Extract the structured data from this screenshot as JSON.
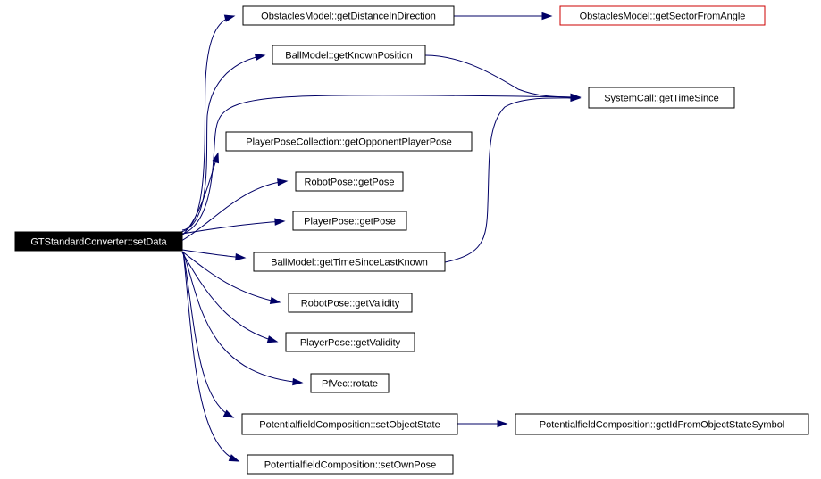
{
  "graph": {
    "colors": {
      "edge": "#000066",
      "root_fill": "#000000",
      "root_text": "#ffffff",
      "node_fill": "#ffffff",
      "node_border": "#000000",
      "missing_border": "#cc0000"
    },
    "root": "GTStandardConverter::setData",
    "nodes": [
      {
        "id": "root",
        "label": "GTStandardConverter::setData",
        "style": "root"
      },
      {
        "id": "obs_dist",
        "label": "ObstaclesModel::getDistanceInDirection",
        "style": "normal"
      },
      {
        "id": "obs_sector",
        "label": "ObstaclesModel::getSectorFromAngle",
        "style": "missing"
      },
      {
        "id": "ball_known",
        "label": "BallModel::getKnownPosition",
        "style": "normal"
      },
      {
        "id": "sys_time",
        "label": "SystemCall::getTimeSince",
        "style": "normal"
      },
      {
        "id": "ppc_opp",
        "label": "PlayerPoseCollection::getOpponentPlayerPose",
        "style": "normal"
      },
      {
        "id": "robot_pose",
        "label": "RobotPose::getPose",
        "style": "normal"
      },
      {
        "id": "player_pose",
        "label": "PlayerPose::getPose",
        "style": "normal"
      },
      {
        "id": "ball_last",
        "label": "BallModel::getTimeSinceLastKnown",
        "style": "normal"
      },
      {
        "id": "robot_valid",
        "label": "RobotPose::getValidity",
        "style": "normal"
      },
      {
        "id": "player_valid",
        "label": "PlayerPose::getValidity",
        "style": "normal"
      },
      {
        "id": "pfvec_rotate",
        "label": "PfVec::rotate",
        "style": "normal"
      },
      {
        "id": "pfc_objstate",
        "label": "PotentialfieldComposition::setObjectState",
        "style": "normal"
      },
      {
        "id": "pfc_symbol",
        "label": "PotentialfieldComposition::getIdFromObjectStateSymbol",
        "style": "normal"
      },
      {
        "id": "pfc_ownpose",
        "label": "PotentialfieldComposition::setOwnPose",
        "style": "normal"
      }
    ],
    "edges": [
      {
        "from": "root",
        "to": "obs_dist"
      },
      {
        "from": "root",
        "to": "ball_known"
      },
      {
        "from": "root",
        "to": "sys_time"
      },
      {
        "from": "root",
        "to": "ppc_opp"
      },
      {
        "from": "root",
        "to": "robot_pose"
      },
      {
        "from": "root",
        "to": "player_pose"
      },
      {
        "from": "root",
        "to": "ball_last"
      },
      {
        "from": "root",
        "to": "robot_valid"
      },
      {
        "from": "root",
        "to": "player_valid"
      },
      {
        "from": "root",
        "to": "pfvec_rotate"
      },
      {
        "from": "root",
        "to": "pfc_objstate"
      },
      {
        "from": "root",
        "to": "pfc_ownpose"
      },
      {
        "from": "obs_dist",
        "to": "obs_sector"
      },
      {
        "from": "ball_known",
        "to": "sys_time"
      },
      {
        "from": "ball_last",
        "to": "sys_time"
      },
      {
        "from": "pfc_objstate",
        "to": "pfc_symbol"
      }
    ]
  }
}
